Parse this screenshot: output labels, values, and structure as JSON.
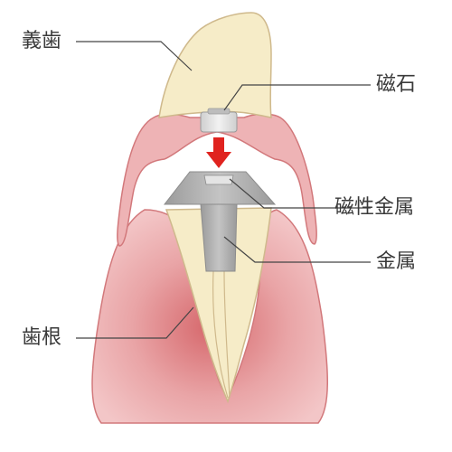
{
  "labels": {
    "denture": "義歯",
    "magnet": "磁石",
    "magnetic_metal": "磁性金属",
    "metal": "金属",
    "root": "歯根"
  },
  "colors": {
    "gum": "#e9a4a6",
    "gum_edge": "#d2787b",
    "tooth": "#f6ecc8",
    "tooth_edge": "#cfb98c",
    "magnet": "#d9d9d9",
    "metal": "#a9a9a9",
    "arrow": "#e0231f",
    "leader": "#444444"
  }
}
